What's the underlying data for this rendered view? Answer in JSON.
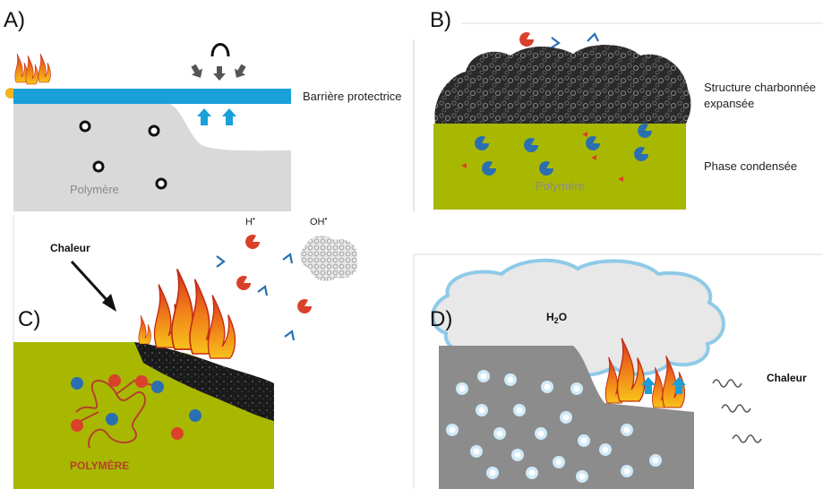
{
  "panels": {
    "a": {
      "letter": "A)",
      "barrier_label": "Barrière protectrice",
      "polymer_label": "Polymère"
    },
    "b": {
      "letter": "B)",
      "char_label_line1": "Structure charbonnée",
      "char_label_line2": "expansée",
      "phase_label": "Phase condensée",
      "polymer_label": "Polymère"
    },
    "c": {
      "letter": "C)",
      "heat_label": "Chaleur",
      "h_radical": "H",
      "oh_radical": "OH",
      "radical_dot": "•",
      "polymer_label": "POLYMÈRE"
    },
    "d": {
      "letter": "D)",
      "cloud_label_h": "H",
      "cloud_label_sub": "2",
      "cloud_label_o": "O",
      "heat_label": "Chaleur"
    }
  },
  "colors": {
    "barrier": "#1aa0d8",
    "polymer_gray": "#d9d9d9",
    "polymer_green": "#a8b800",
    "polymer_dark": "#8c8c8c",
    "radical_red": "#d9412b",
    "radical_blue": "#2a6fb0",
    "cloud_stroke": "#8ecae8"
  }
}
